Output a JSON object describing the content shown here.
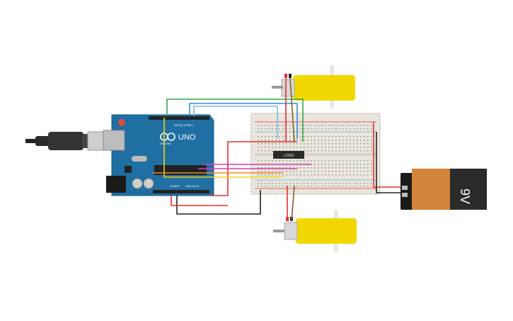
{
  "arduino": {
    "model": "UNO",
    "brand": "ARDUINO",
    "digital_label": "DIGITAL (PWM~)",
    "power_label": "POWER",
    "analog_label": "ANALOG IN"
  },
  "chip": {
    "label": "L293D"
  },
  "battery": {
    "label": "9V"
  },
  "colors": {
    "arduino_board": "#1f6fa3",
    "breadboard": "#e9e6de",
    "motor_body": "#f0d800",
    "battery_body": "#2b2b2b",
    "battery_cap": "#d4833a",
    "wire_red": "#e53030",
    "wire_black": "#222222",
    "wire_green": "#2ea84a",
    "wire_blue": "#2b8fd6",
    "wire_lightblue": "#7fb7e6",
    "wire_yellow": "#f2d31b",
    "wire_orange": "#f08a24",
    "wire_magenta": "#d63fb0",
    "wire_brown": "#8a5a2b"
  }
}
